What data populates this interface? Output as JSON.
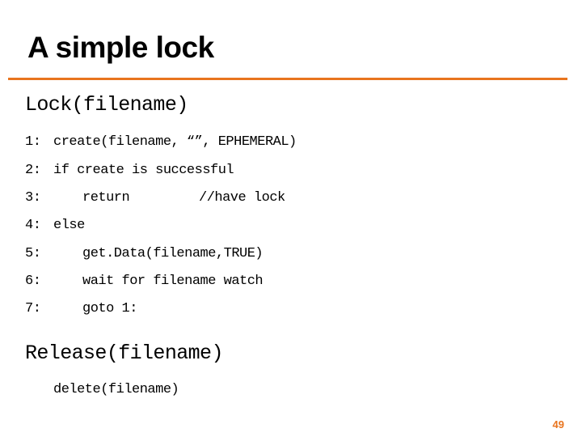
{
  "slide": {
    "title": "A simple lock",
    "page_number": "49"
  },
  "lock_section": {
    "heading": "Lock(filename)",
    "lines": [
      {
        "num": "1:",
        "code": "create(filename, “”, EPHEMERAL)"
      },
      {
        "num": "2:",
        "code": "if create is successful"
      },
      {
        "num": "3:",
        "code": "return",
        "comment": "//have lock"
      },
      {
        "num": "4:",
        "code": "else"
      },
      {
        "num": "5:",
        "code": "get.Data(filename,TRUE)"
      },
      {
        "num": "6:",
        "code": "wait for filename watch"
      },
      {
        "num": "7:",
        "code": "goto 1:"
      }
    ]
  },
  "release_section": {
    "heading": "Release(filename)",
    "lines": [
      {
        "code": "delete(filename)"
      }
    ]
  },
  "colors": {
    "accent": "#e8741e",
    "text": "#000000",
    "background": "#ffffff"
  }
}
